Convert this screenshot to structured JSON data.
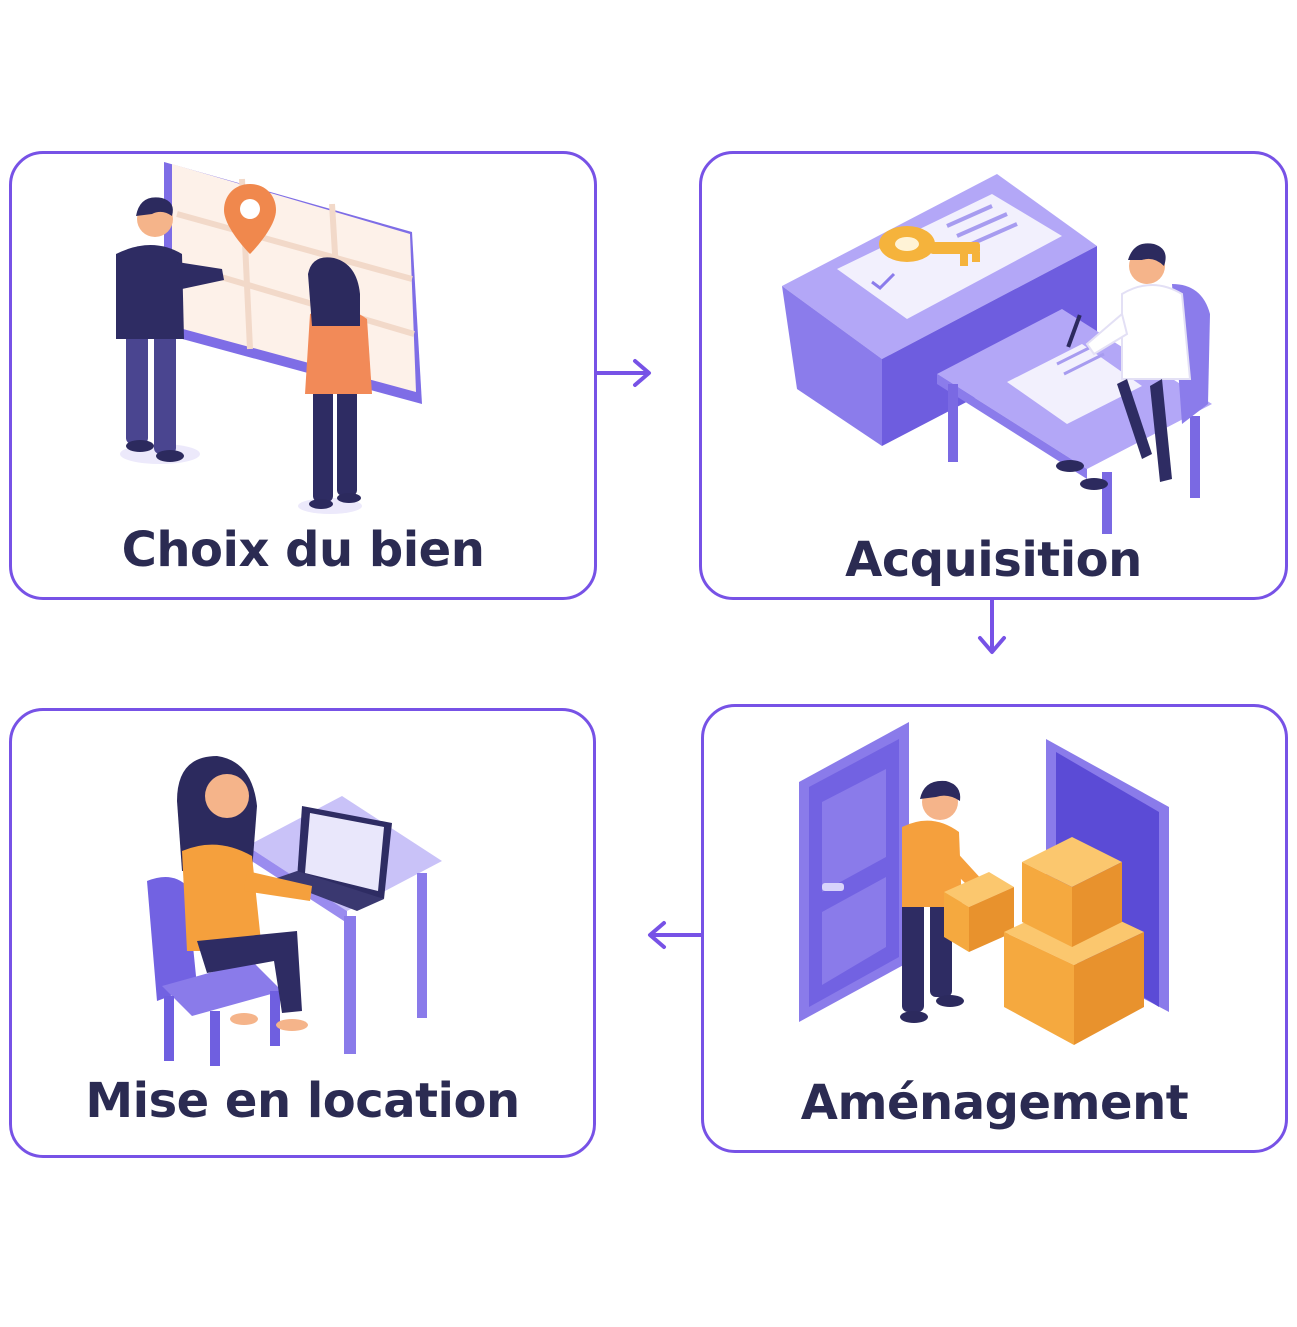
{
  "steps": [
    {
      "order": 1,
      "label": "Choix du bien"
    },
    {
      "order": 2,
      "label": "Acquisition"
    },
    {
      "order": 3,
      "label": "Aménagement"
    },
    {
      "order": 4,
      "label": "Mise en location"
    }
  ],
  "connectors": [
    {
      "from": 1,
      "to": 2,
      "direction": "right"
    },
    {
      "from": 2,
      "to": 3,
      "direction": "down"
    },
    {
      "from": 3,
      "to": 4,
      "direction": "left"
    }
  ],
  "colors": {
    "frame": "#7752e6",
    "label_text": "#2b2b52",
    "purple_light": "#b1a4f5",
    "purple_mid": "#8a7bea",
    "purple_dark": "#5b4bd6",
    "orange": "#f5a03d",
    "navy": "#2c2a5e"
  },
  "icons": [
    "map-pin-icon",
    "key-icon",
    "document-icon",
    "door-icon",
    "box-icon",
    "laptop-icon"
  ]
}
